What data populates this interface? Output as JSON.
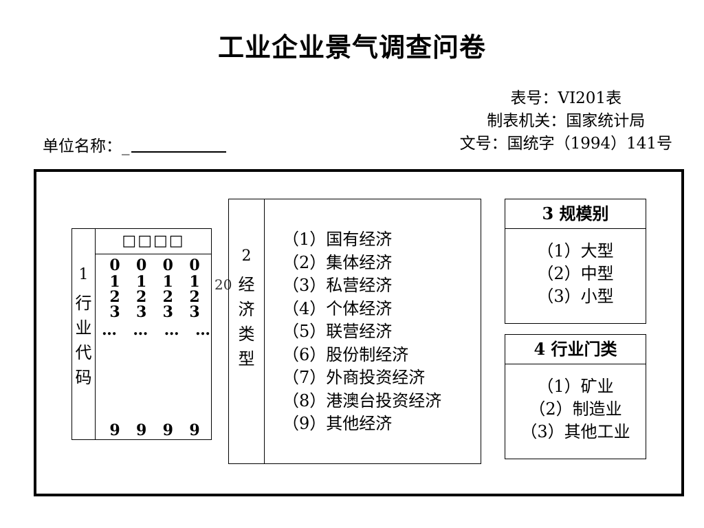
{
  "title": "工业企业景气调查问卷",
  "meta": {
    "table_no": "表号：VI201表",
    "issuer": "制表机关：国家统计局",
    "doc_no": "文号：国统字（1994）141号"
  },
  "unit_label": "单位名称：_",
  "industry_code": {
    "number": "1",
    "chars": [
      "行",
      "业",
      "代",
      "码"
    ],
    "code_boxes": "□□□□",
    "rows": [
      [
        "0",
        "0",
        "0",
        "0"
      ],
      [
        "1",
        "1",
        "1",
        "1"
      ],
      [
        "2",
        "2",
        "2",
        "2"
      ],
      [
        "3",
        "3",
        "3",
        "3"
      ],
      [
        "…",
        "…",
        "…",
        "…"
      ],
      [
        "9",
        "9",
        "9",
        "9"
      ]
    ]
  },
  "partial_text": "20",
  "economy_type": {
    "number": "2",
    "chars": [
      "经",
      "济",
      "类",
      "型"
    ],
    "options": [
      "（1）国有经济",
      "（2）集体经济",
      "（3）私营经济",
      "（4）个体经济",
      "（5）联营经济",
      "（6）股份制经济",
      "（7）外商投资经济",
      "（8）港澳台投资经济",
      "（9）其他经济"
    ]
  },
  "scale": {
    "heading": "3 规模别",
    "options": [
      "（1）大型",
      "（2）中型",
      "（3）小型"
    ]
  },
  "industry_category": {
    "heading": "4 行业门类",
    "options": [
      "（1）矿业",
      "（2）制造业",
      "（3）其他工业"
    ]
  }
}
